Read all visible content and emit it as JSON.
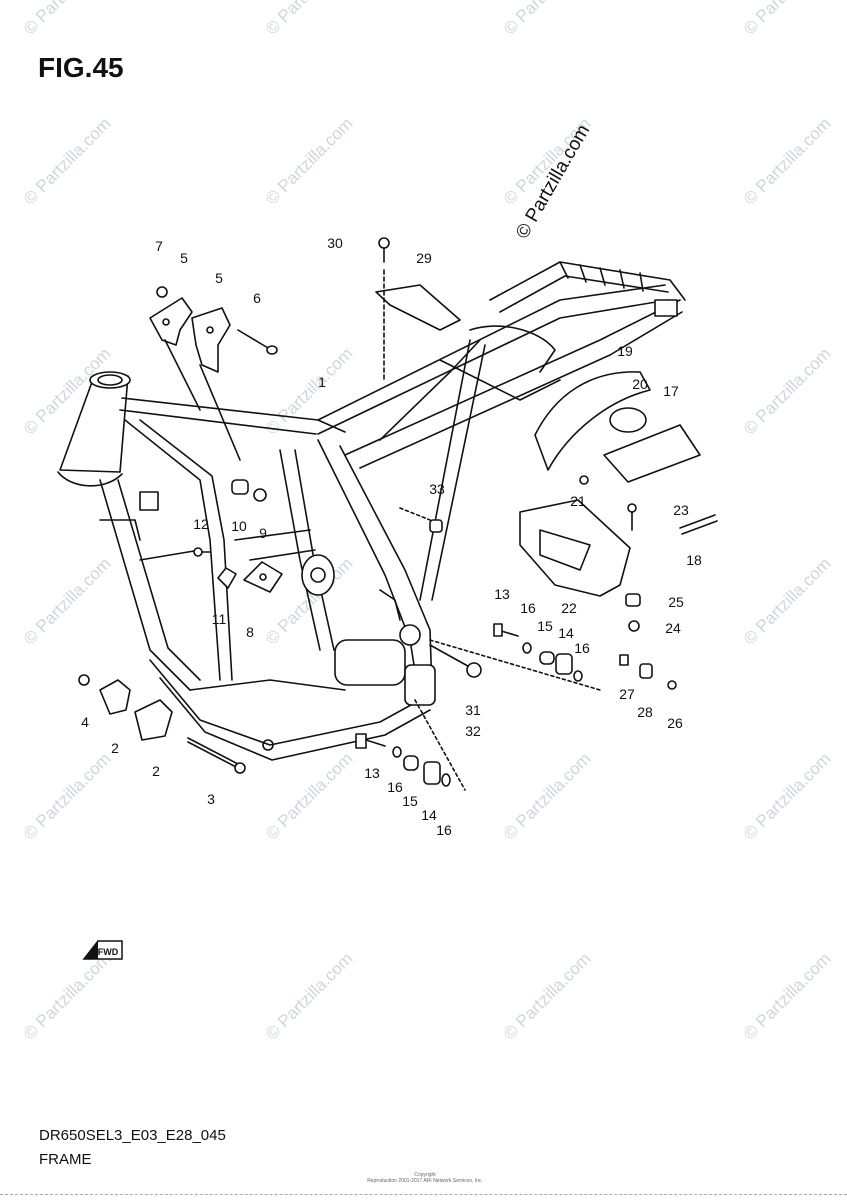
{
  "title": "FIG.45",
  "watermark": "© Partzilla.com",
  "copyright_main": "© Partzilla.com",
  "diagram_code": "DR650SEL3_E03_E28_045",
  "diagram_name": "FRAME",
  "footer_copyright": "Copyright\nReproduction 2001-2017 ARI Network Services, Inc.",
  "fwd_label": "FWD",
  "callouts": {
    "c1": "1",
    "c2a": "2",
    "c2b": "2",
    "c3": "3",
    "c4": "4",
    "c5a": "5",
    "c5b": "5",
    "c6": "6",
    "c7": "7",
    "c8": "8",
    "c9": "9",
    "c10": "10",
    "c11": "11",
    "c12": "12",
    "c13a": "13",
    "c13b": "13",
    "c14a": "14",
    "c14b": "14",
    "c15a": "15",
    "c15b": "15",
    "c16a": "16",
    "c16b": "16",
    "c16c": "16",
    "c16d": "16",
    "c17": "17",
    "c18": "18",
    "c19": "19",
    "c20": "20",
    "c21": "21",
    "c22": "22",
    "c23": "23",
    "c24": "24",
    "c25": "25",
    "c26": "26",
    "c27": "27",
    "c28": "28",
    "c29": "29",
    "c30": "30",
    "c31": "31",
    "c32": "32",
    "c33": "33"
  }
}
